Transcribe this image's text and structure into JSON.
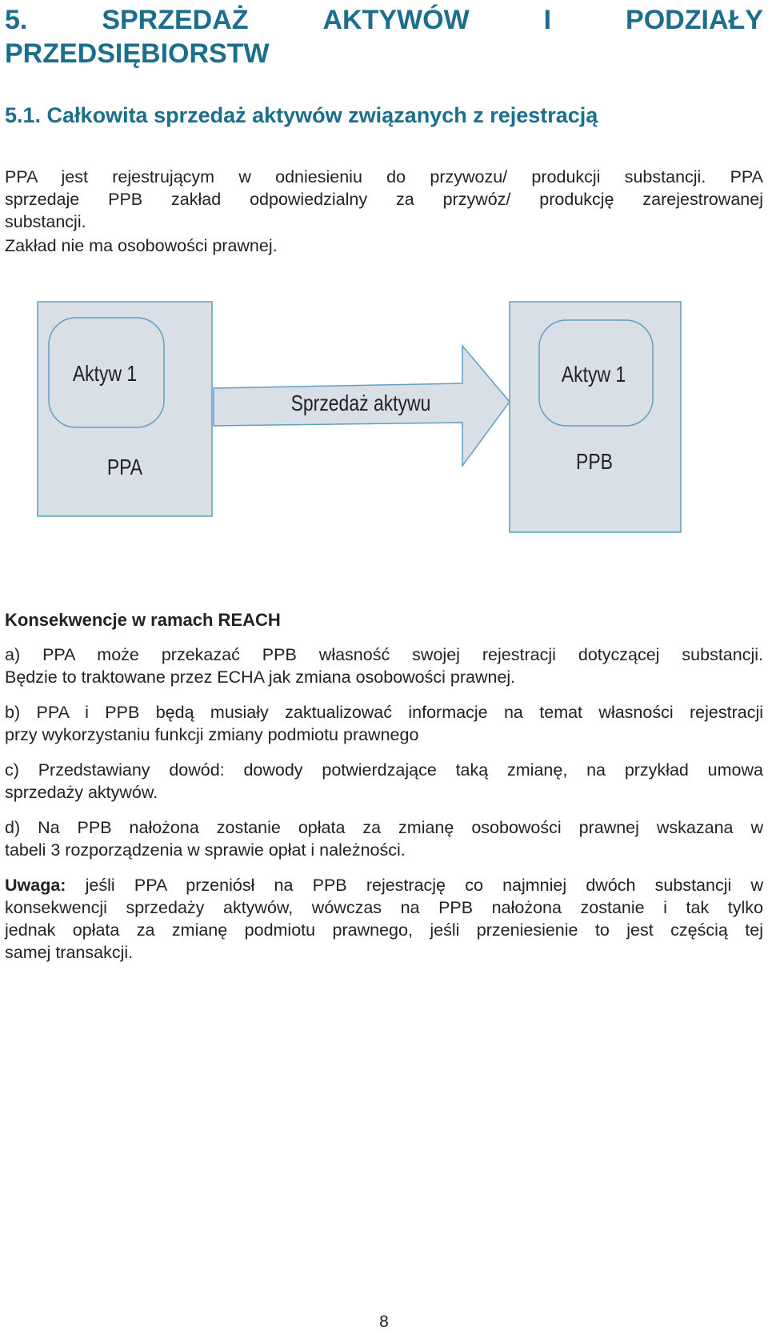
{
  "heading": {
    "line1_words": [
      "5.",
      "SPRZEDAŻ",
      "AKTYWÓW",
      "I",
      "PODZIAŁY"
    ],
    "line2": "PRZEDSIĘBIORSTW"
  },
  "subheading": "5.1. Całkowita sprzedaż aktywów związanych z rejestracją",
  "intro": {
    "line1": "PPA jest rejestrującym w odniesieniu do przywozu/ produkcji substancji. PPA",
    "line2": "sprzedaje PPB zakład odpowiedzialny za przywóz/ produkcję zarejestrowanej",
    "line3": "substancji.",
    "line4": "Zakład nie ma osobowości prawnej."
  },
  "diagram": {
    "left_asset": "Aktyw 1",
    "left_entity": "PPA",
    "arrow_label": "Sprzedaż aktywu",
    "right_asset": "Aktyw 1",
    "right_entity": "PPB",
    "colors": {
      "box_fill": "#d9dfe7",
      "box_stroke": "#5e9fc2",
      "text": "#222222"
    }
  },
  "consequences": {
    "title": "Konsekwencje w ramach REACH",
    "a": {
      "line1": "a) PPA może przekazać PPB własność swojej rejestracji dotyczącej substancji.",
      "line2": "Będzie to traktowane przez ECHA jak zmiana osobowości prawnej."
    },
    "b": {
      "line1": "b) PPA i PPB będą musiały zaktualizować informacje na temat własności rejestracji",
      "line2": "przy wykorzystaniu funkcji zmiany podmiotu prawnego"
    },
    "c": {
      "line1": "c) Przedstawiany dowód: dowody potwierdzające taką zmianę, na przykład umowa",
      "line2": "sprzedaży aktywów."
    },
    "d": {
      "line1": "d) Na PPB nałożona zostanie opłata za zmianę osobowości prawnej wskazana w",
      "line2": "tabeli 3 rozporządzenia w sprawie opłat i należności."
    },
    "note": {
      "label": "Uwaga:",
      "line1_rest": " jeśli PPA przeniósł na PPB rejestrację co najmniej dwóch substancji w",
      "line2": "konsekwencji sprzedaży aktywów, wówczas na PPB nałożona zostanie i tak tylko",
      "line3": "jednak opłata za zmianę podmiotu prawnego, jeśli przeniesienie to jest częścią tej",
      "line4": "samej transakcji."
    }
  },
  "page_number": "8"
}
